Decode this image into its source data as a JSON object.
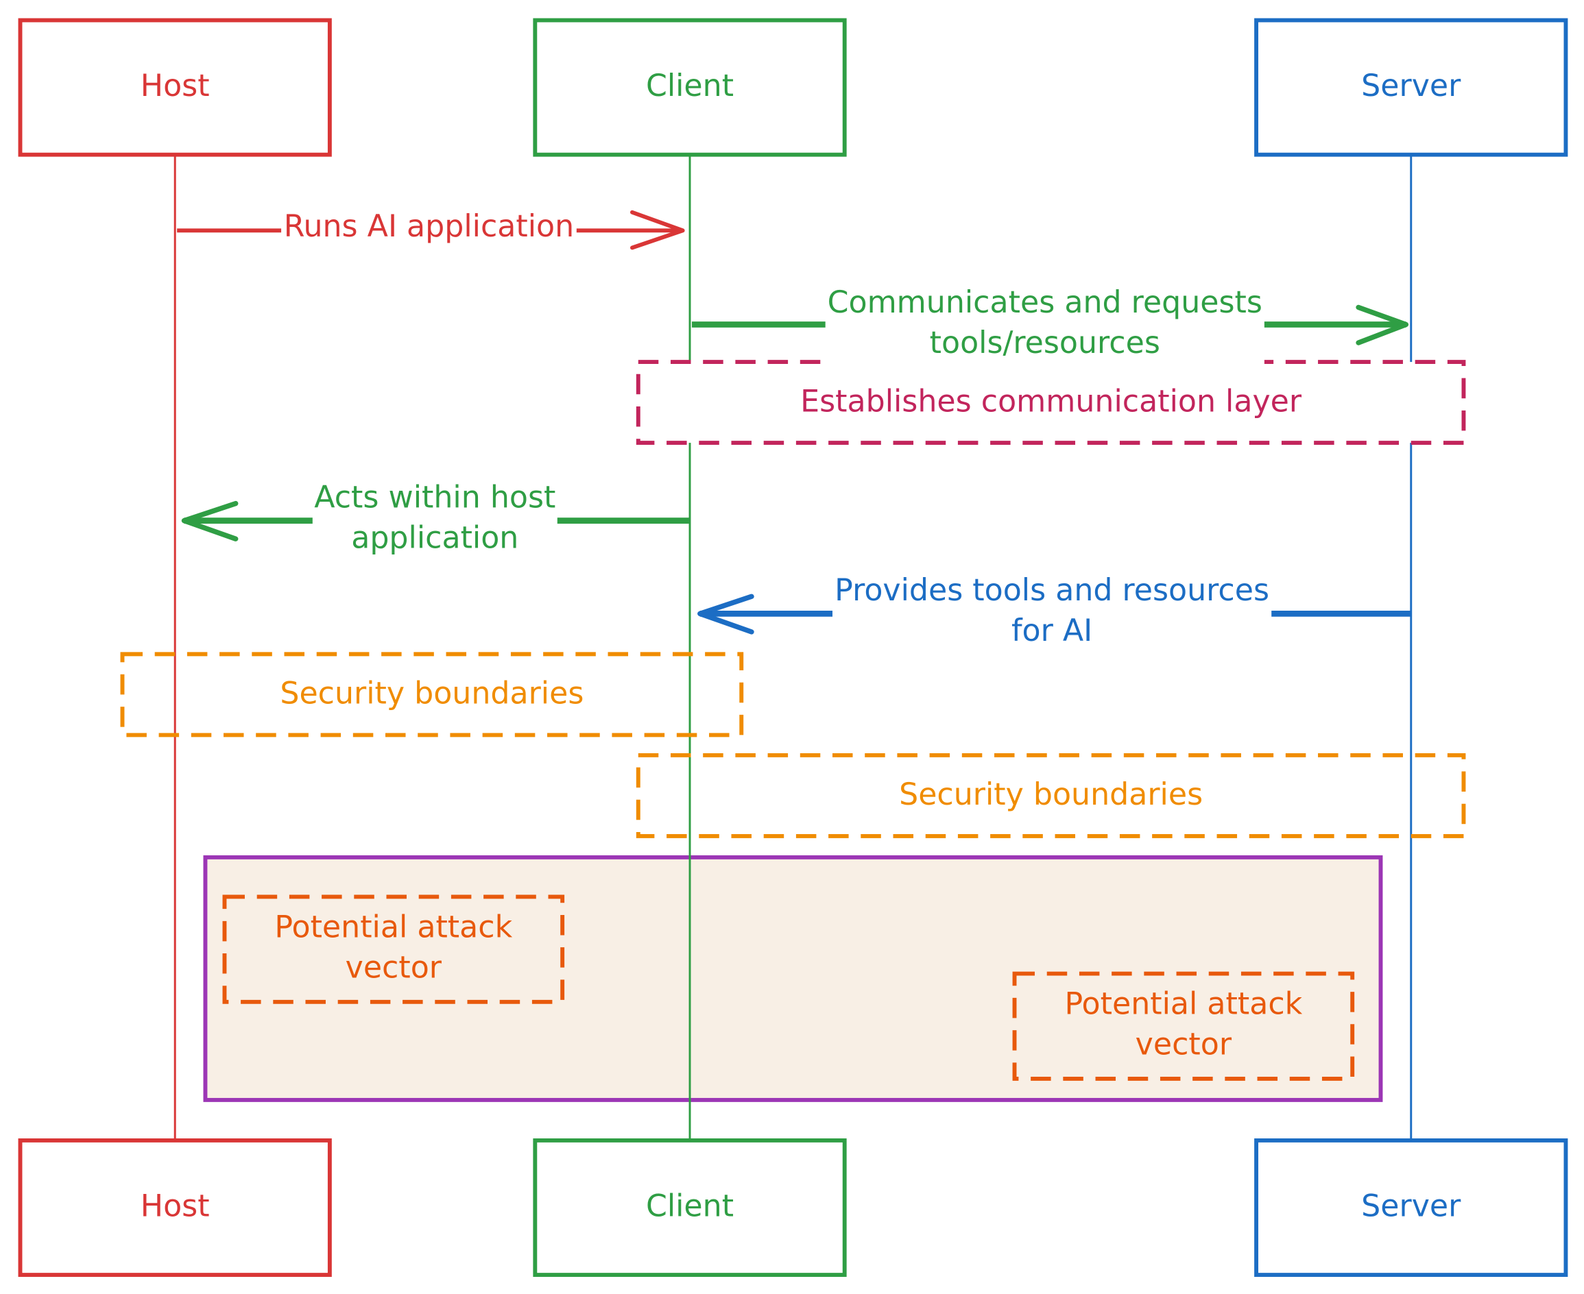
{
  "colors": {
    "host": "#d93636",
    "client": "#2f9e44",
    "server": "#1c6dc4",
    "comm": "#c2255c",
    "security": "#f08c00",
    "attack": "#e8590c",
    "region_border": "#9c36b5",
    "region_fill": "#f8efe5"
  },
  "participants": {
    "host": "Host",
    "client": "Client",
    "server": "Server"
  },
  "messages": {
    "runs": "Runs AI application",
    "communicates": "Communicates and requests\ntools/resources",
    "acts": "Acts within host\napplication",
    "provides": "Provides tools and resources\nfor AI"
  },
  "notes": {
    "comm_layer": "Establishes communication layer",
    "security_left": "Security boundaries",
    "security_right": "Security boundaries",
    "attack_left": "Potential attack\nvector",
    "attack_right": "Potential attack\nvector"
  }
}
